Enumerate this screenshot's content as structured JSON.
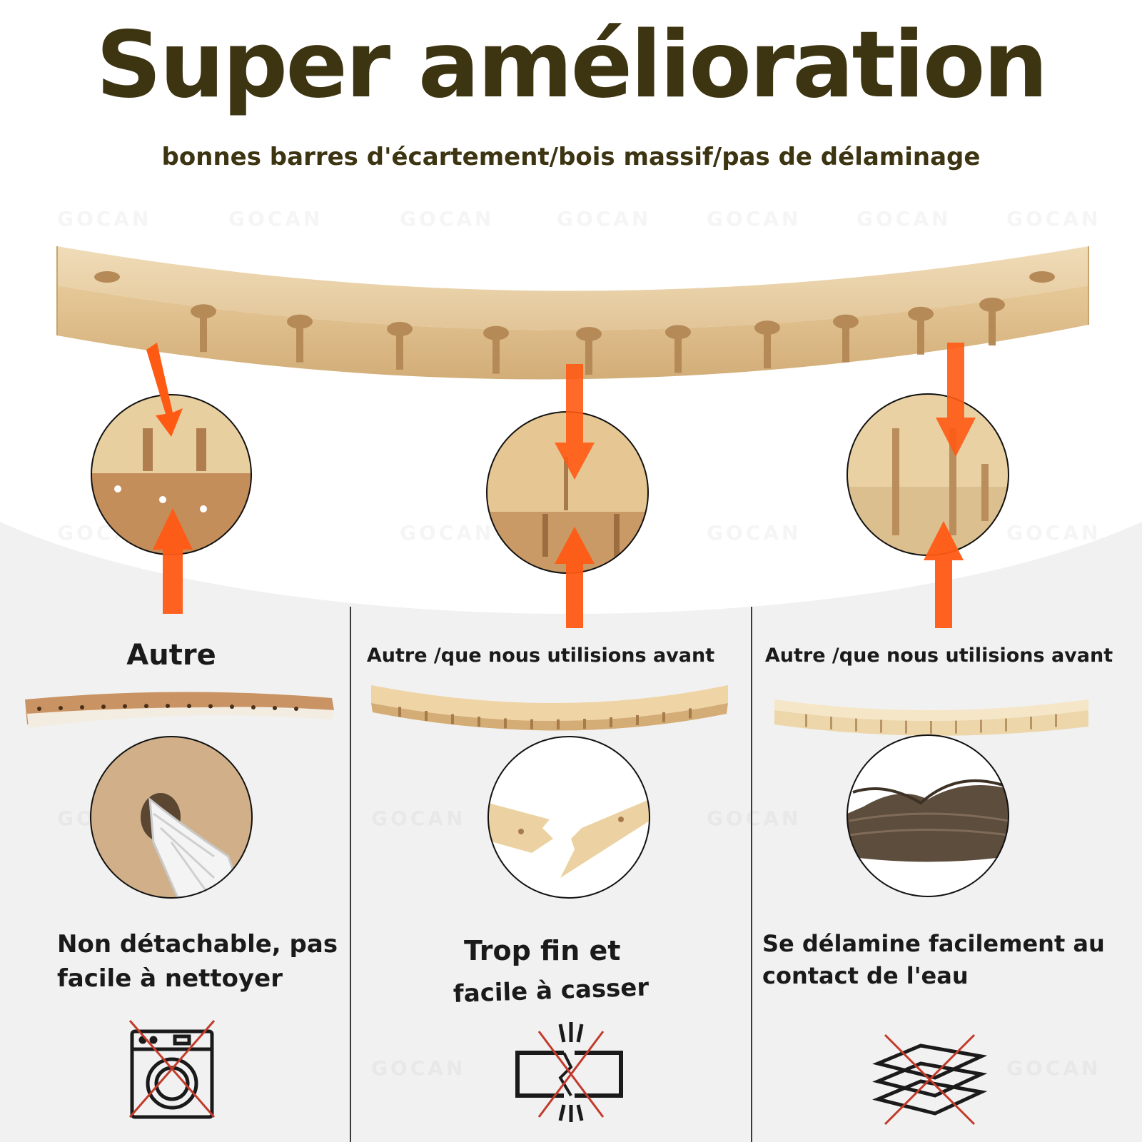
{
  "header": {
    "title": "Super amélioration",
    "subtitle": "bonnes barres d'écartement/bois massif/pas de délaminage"
  },
  "watermark": "GOCAN",
  "colors": {
    "title": "#3d3412",
    "arrow": "#ff5a14",
    "wood_light": "#e9cfa4",
    "wood_mid": "#d7b483",
    "wood_dark": "#b58a57",
    "text": "#1a1a1a",
    "icon_stroke": "#1a1a1a",
    "cross": "#c23a2a"
  },
  "hero": {
    "zoom_labels": []
  },
  "columns": [
    {
      "label": "Autre",
      "description_lines": [
        "Non détachable, pas",
        "facile à nettoyer"
      ],
      "icon": "washing-machine-crossed-icon",
      "detail": "rope-through-hole"
    },
    {
      "label": "Autre /que nous utilisions avant",
      "description_lines": [
        "Trop fin et",
        "facile à casser"
      ],
      "icon": "broken-bar-crossed-icon",
      "detail": "broken-wood"
    },
    {
      "label": "Autre /que nous utilisions avant",
      "description_lines": [
        "Se délamine facilement au",
        "contact de l'eau"
      ],
      "icon": "layers-crossed-icon",
      "detail": "delaminated-layers"
    }
  ]
}
